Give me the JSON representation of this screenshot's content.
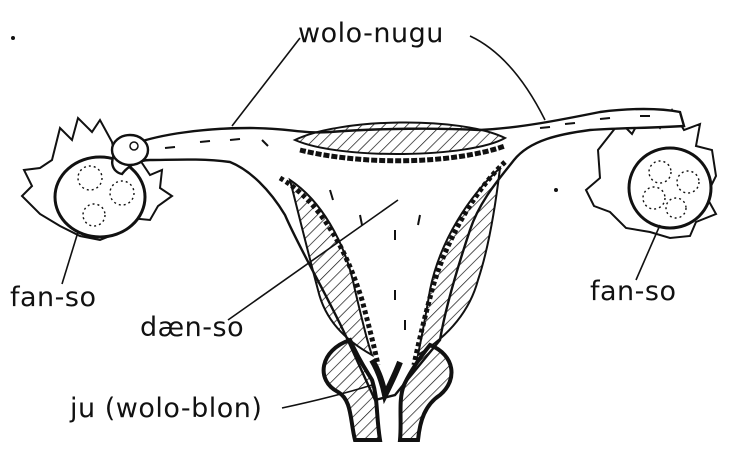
{
  "labels": {
    "fallopian_tubes": "wolo-nugu",
    "left_ovary": "fan-so",
    "right_ovary": "fan-so",
    "uterus": "dæn-so",
    "vagina": "ju (wolo-blon)"
  },
  "colors": {
    "ink": "#111111",
    "background": "#ffffff"
  }
}
